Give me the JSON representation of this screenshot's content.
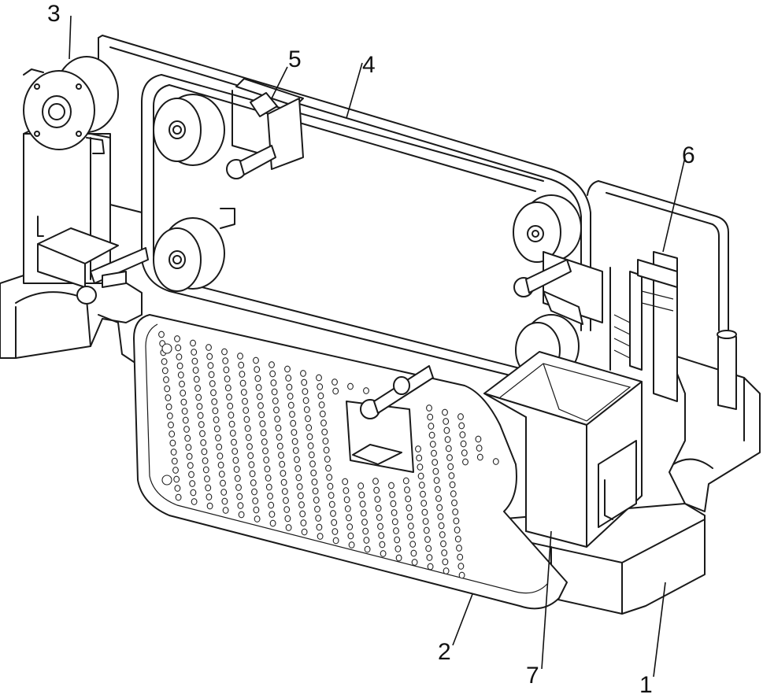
{
  "labels": {
    "base": "1",
    "perforated_plate": "2",
    "motor": "3",
    "belt": "4",
    "clamp": "5",
    "lifting_mechanism": "6",
    "collection_box": "7"
  }
}
